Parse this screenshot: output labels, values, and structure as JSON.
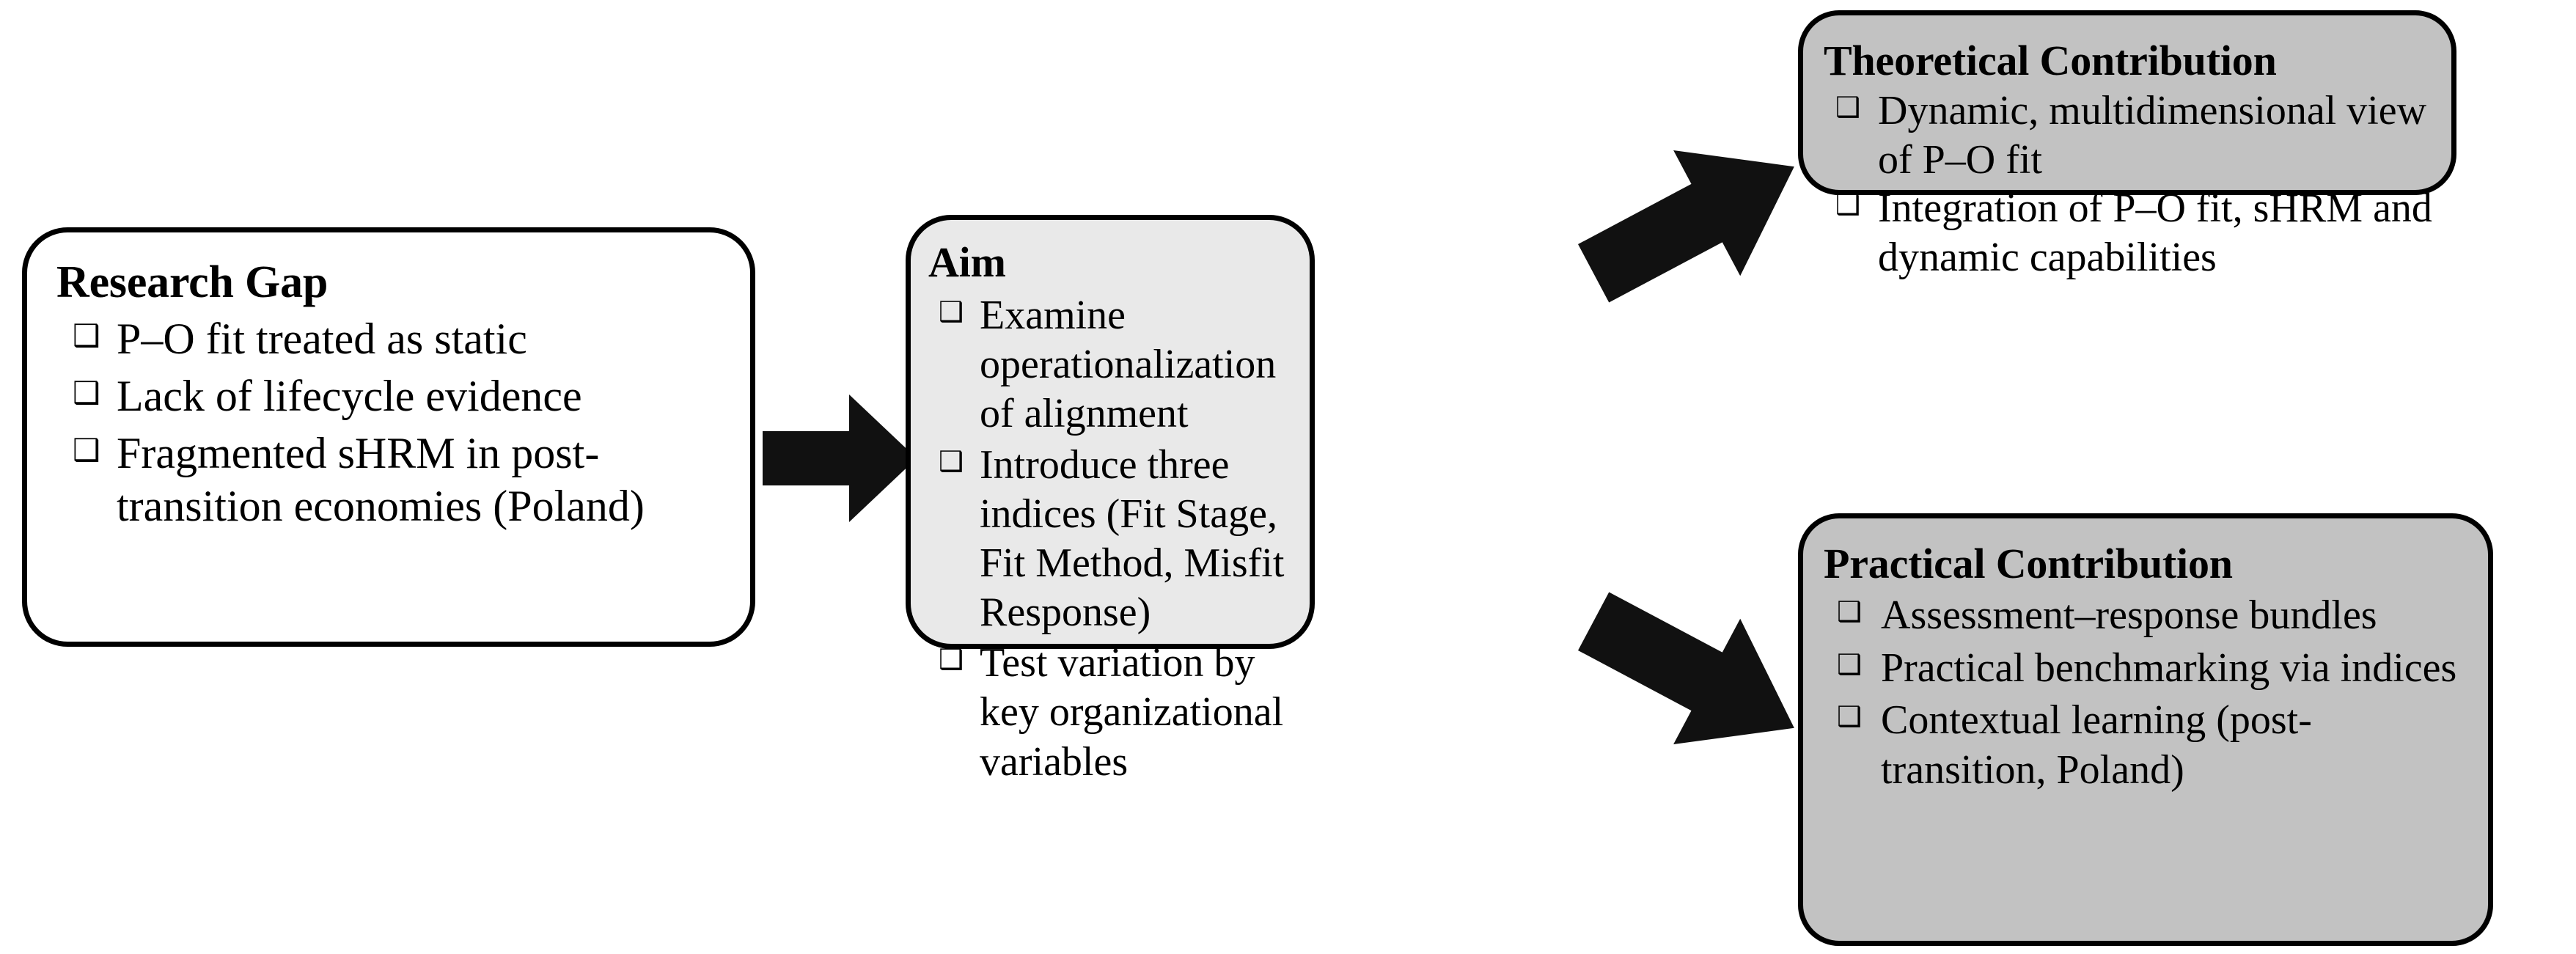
{
  "diagram": {
    "title": "Research framework: gap, aim and contributions",
    "bullet_glyph": "❑",
    "colors": {
      "outline": "#000000",
      "arrow": "#111111",
      "box_white": "#ffffff",
      "box_light_gray": "#e9e9e9",
      "box_dark_gray": "#c2c2c2",
      "text": "#000000"
    },
    "nodes": [
      {
        "id": "research-gap",
        "title": "Research Gap",
        "bullets": [
          "P–O fit treated as static",
          "Lack of lifecycle evidence",
          "Fragmented sHRM in post-transition economies (Poland)"
        ]
      },
      {
        "id": "aim",
        "title": "Aim",
        "bullets": [
          "Examine operationalization of alignment",
          "Introduce three indices (Fit Stage, Fit Method, Misfit Response)",
          "Test variation by key organizational variables"
        ]
      },
      {
        "id": "theoretical-contribution",
        "title": "Theoretical Contribution",
        "bullets": [
          "Dynamic, multidimensional view of P–O fit",
          "Integration of P–O fit, sHRM and dynamic capabilities"
        ]
      },
      {
        "id": "practical-contribution",
        "title": "Practical Contribution",
        "bullets": [
          "Assessment–response bundles",
          "Practical benchmarking via indices",
          "Contextual learning (post-transition, Poland)"
        ]
      }
    ],
    "arrows": [
      {
        "id": "gap-to-aim",
        "from": "research-gap",
        "to": "aim",
        "direction": "right"
      },
      {
        "id": "aim-to-theo",
        "from": "aim",
        "to": "theoretical-contribution",
        "direction": "up-right"
      },
      {
        "id": "aim-to-prac",
        "from": "aim",
        "to": "practical-contribution",
        "direction": "down-right"
      }
    ]
  }
}
